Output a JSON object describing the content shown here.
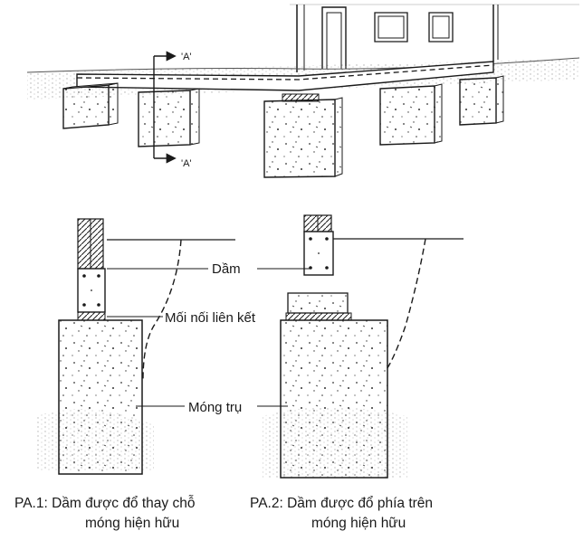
{
  "diagram": {
    "section_marker": "'A'",
    "labels": {
      "beam": "Dầm",
      "joint": "Mối nối liên kết",
      "footing": "Móng trụ"
    },
    "captions": {
      "option1_line1": "PA.1: Dầm được đổ thay chỗ",
      "option1_line2": "móng hiện hữu",
      "option2_line1": "PA.2: Dầm được đổ phía trên",
      "option2_line2": "móng hiện hữu"
    },
    "colors": {
      "line": "#1a1a1a",
      "fill": "#ffffff"
    }
  }
}
